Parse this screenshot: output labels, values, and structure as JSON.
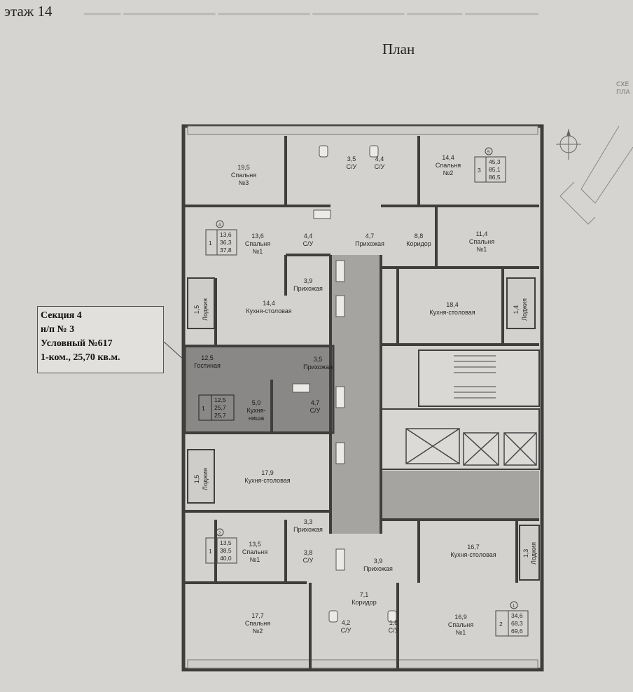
{
  "page": {
    "floor_label": "этаж 14",
    "plan_title": "План",
    "scheme_label_1": "СХЕ",
    "scheme_label_2": "ПЛА"
  },
  "callout": {
    "line1": "Секция 4",
    "line2": "н/п № 3",
    "line3": "Условный №617",
    "line4": "1-ком., 25,70 кв.м."
  },
  "rooms": [
    {
      "id": "r1",
      "area": "19,5",
      "name": "Спальня",
      "num": "№3"
    },
    {
      "id": "r2",
      "area": "3,5",
      "name": "С/У",
      "num": ""
    },
    {
      "id": "r3",
      "area": "4,4",
      "name": "С/У",
      "num": ""
    },
    {
      "id": "r4",
      "area": "14,4",
      "name": "Спальня",
      "num": "№2"
    },
    {
      "id": "r5",
      "area": "13,6",
      "name": "Спальня",
      "num": "№1"
    },
    {
      "id": "r6",
      "area": "4,4",
      "name": "С/У",
      "num": ""
    },
    {
      "id": "r7",
      "area": "4,7",
      "name": "Прихожая",
      "num": ""
    },
    {
      "id": "r8",
      "area": "8,8",
      "name": "Коридор",
      "num": ""
    },
    {
      "id": "r9",
      "area": "11,4",
      "name": "Спальня",
      "num": "№1"
    },
    {
      "id": "r10",
      "area": "3,9",
      "name": "Прихожая",
      "num": ""
    },
    {
      "id": "r11",
      "area": "14,4",
      "name": "Кухня-столовая",
      "num": ""
    },
    {
      "id": "r12",
      "area": "18,4",
      "name": "Кухня-столовая",
      "num": ""
    },
    {
      "id": "r13",
      "area": "12,5",
      "name": "Гостиная",
      "num": ""
    },
    {
      "id": "r14",
      "area": "3,5",
      "name": "Прихожая",
      "num": ""
    },
    {
      "id": "r15",
      "area": "5,0",
      "name": "Кухня-",
      "num": "ниша"
    },
    {
      "id": "r16",
      "area": "4,7",
      "name": "С/У",
      "num": ""
    },
    {
      "id": "r17",
      "area": "17,9",
      "name": "Кухня-столовая",
      "num": ""
    },
    {
      "id": "r18",
      "area": "3,3",
      "name": "Прихожая",
      "num": ""
    },
    {
      "id": "r19",
      "area": "13,5",
      "name": "Спальня",
      "num": "№1"
    },
    {
      "id": "r20",
      "area": "3,8",
      "name": "С/У",
      "num": ""
    },
    {
      "id": "r21",
      "area": "3,9",
      "name": "Прихожая",
      "num": ""
    },
    {
      "id": "r22",
      "area": "16,7",
      "name": "Кухня-столовая",
      "num": ""
    },
    {
      "id": "r23",
      "area": "7,1",
      "name": "Коридор",
      "num": ""
    },
    {
      "id": "r24",
      "area": "17,7",
      "name": "Спальня",
      "num": "№2"
    },
    {
      "id": "r25",
      "area": "4,2",
      "name": "С/У",
      "num": ""
    },
    {
      "id": "r26",
      "area": "1,8",
      "name": "С/У",
      "num": ""
    },
    {
      "id": "r27",
      "area": "16,9",
      "name": "Спальня",
      "num": "№1"
    }
  ],
  "loggias": [
    {
      "id": "l1",
      "area": "1,5",
      "name": "Лоджия"
    },
    {
      "id": "l2",
      "area": "1,4",
      "name": "Лоджия"
    },
    {
      "id": "l3",
      "area": "1,5",
      "name": "Лоджия"
    },
    {
      "id": "l4",
      "area": "1,3",
      "name": "Лоджия"
    }
  ],
  "apartments": [
    {
      "id": "a1",
      "rooms": "3",
      "v1": "45,3",
      "v2": "85,1",
      "v3": "86,5",
      "marker": "5"
    },
    {
      "id": "a2",
      "rooms": "1",
      "v1": "13,6",
      "v2": "36,3",
      "v3": "37,8",
      "marker": "4"
    },
    {
      "id": "a3",
      "rooms": "1",
      "v1": "12,5",
      "v2": "25,7",
      "v3": "25,7",
      "marker": ""
    },
    {
      "id": "a4",
      "rooms": "1",
      "v1": "13,5",
      "v2": "38,5",
      "v3": "40,0",
      "marker": "2"
    },
    {
      "id": "a5",
      "rooms": "2",
      "v1": "34,6",
      "v2": "68,3",
      "v3": "69,6",
      "marker": "1"
    }
  ],
  "colors": {
    "highlight": "#8a8886",
    "room_fill": "#d4d2cf",
    "corridor": "#a6a4a1",
    "wall": "#3f3e3c"
  }
}
